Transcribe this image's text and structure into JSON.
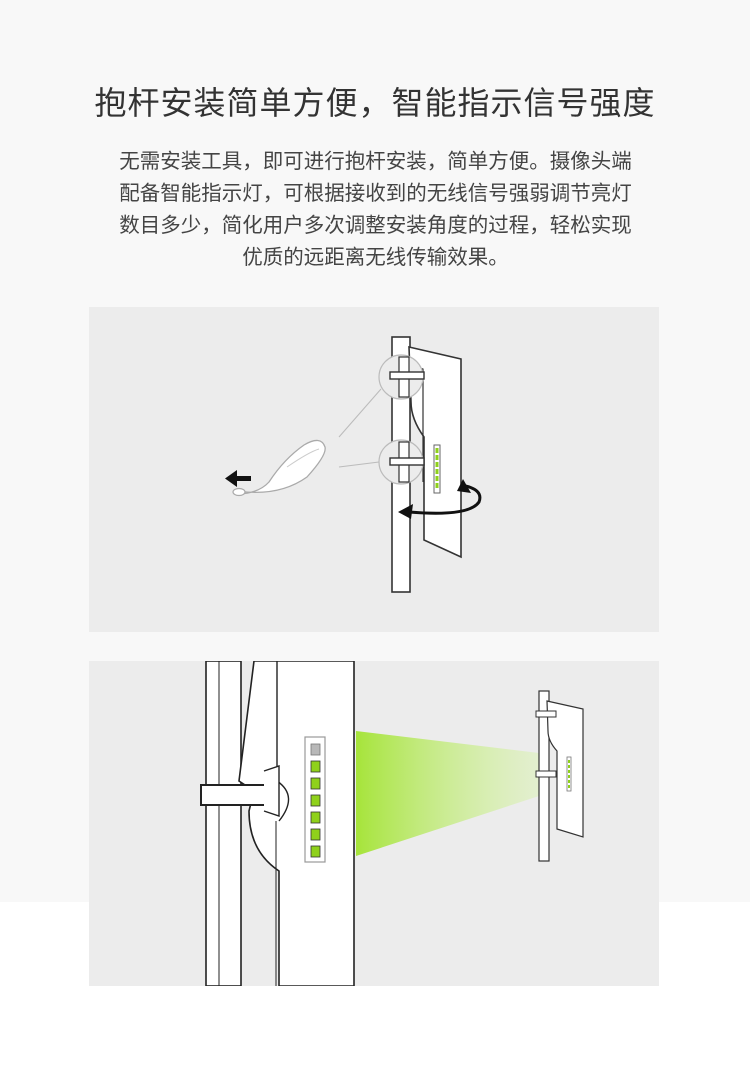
{
  "heading": {
    "title": "抱杆安装简单方便，智能指示信号强度"
  },
  "description": {
    "lines": [
      "无需安装工具，即可进行抱杆安装，简单方便。摄像头端",
      "配备智能指示灯，可根据接收到的无线信号强弱调节亮灯",
      "数目多少，简化用户多次调整安装角度的过程，轻松实现",
      "优质的远距离无线传输效果。"
    ]
  },
  "colors": {
    "page_top": "#f8f8f8",
    "panel": "#ececec",
    "indicator_on": "#8fd11b",
    "indicator_off": "#b8b8b8",
    "signal_beam": "#a6e43a"
  },
  "illustration_1": {
    "icons": [
      "cable-tie-icon",
      "pull-arrow-icon",
      "rotate-arrow-icon"
    ],
    "indicator_lights_lit": 6
  },
  "illustration_2": {
    "indicator_lights_total": 7,
    "indicator_lights_lit": 6
  }
}
